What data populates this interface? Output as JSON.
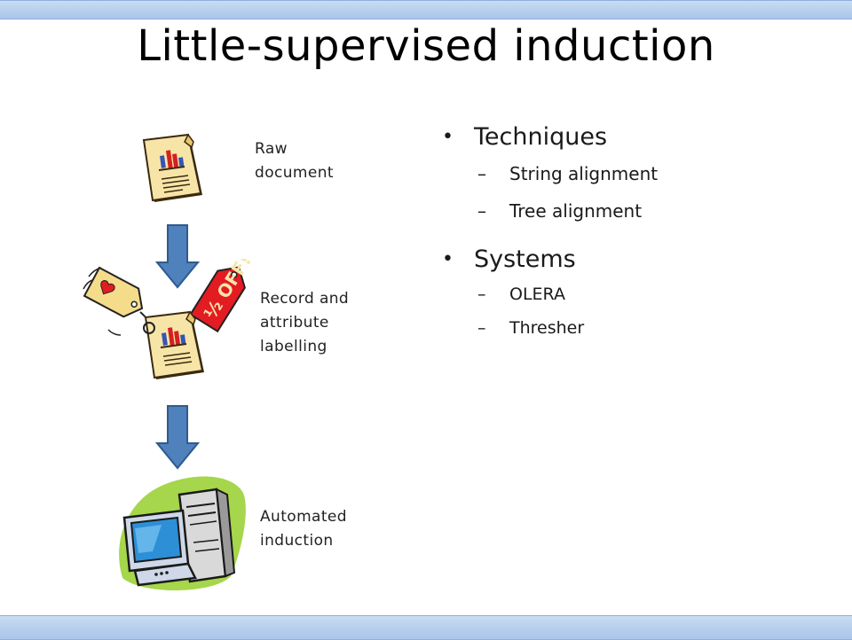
{
  "slide": {
    "title": "Little-supervised induction"
  },
  "bullets": {
    "techniques": "Techniques",
    "string_alignment": "String alignment",
    "tree_alignment": "Tree alignment",
    "systems": "Systems",
    "olera": "OLERA",
    "thresher": "Thresher"
  },
  "flow": {
    "raw_line1": "Raw",
    "raw_line2": "document",
    "label_line1": "Record and",
    "label_line2": "attribute",
    "label_line3": "labelling",
    "auto_line1": "Automated",
    "auto_line2": "induction",
    "tag_text": "½ OFF!"
  },
  "colors": {
    "bar": "#a9c5e8",
    "arrow": "#4f81bd",
    "tag_red": "#e31b23",
    "blob_green": "#a6d64b",
    "document": "#f7e5a8"
  }
}
